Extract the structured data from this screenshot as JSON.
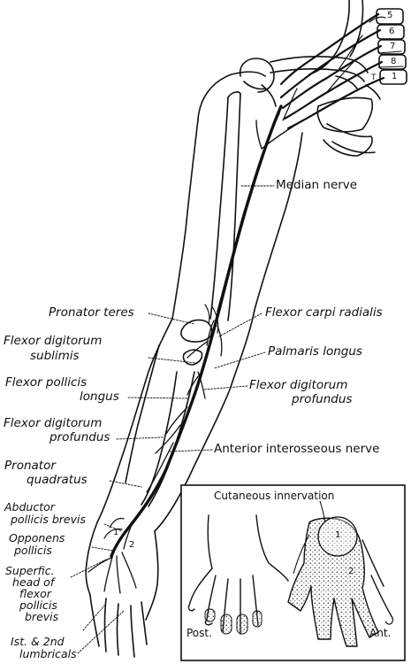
{
  "labels": {
    "median_nerve": "Median nerve",
    "pronator_teres": "Pronator teres",
    "flexor_carpi_radialis": "Flexor carpi radialis",
    "flexor_digitorum_sublimis_1": "Flexor digitorum",
    "flexor_digitorum_sublimis_2": "sublimis",
    "palmaris_longus": "Palmaris longus",
    "flexor_pollicis_longus_1": "Flexor pollicis",
    "flexor_pollicis_longus_2": "longus",
    "flexor_digitorum_profundus_r1": "Flexor digitorum",
    "flexor_digitorum_profundus_r2": "profundus",
    "flexor_digitorum_profundus_l1": "Flexor digitorum",
    "flexor_digitorum_profundus_l2": "profundus",
    "anterior_interosseous_nerve": "Anterior interosseous nerve",
    "pronator_quadratus_1": "Pronator",
    "pronator_quadratus_2": "quadratus",
    "abductor_pollicis_brevis_1": "Abductor",
    "abductor_pollicis_brevis_2": "pollicis brevis",
    "opponens_pollicis_1": "Opponens",
    "opponens_pollicis_2": "pollicis",
    "superfic_head_1": "Superfic.",
    "superfic_head_2": "head of",
    "superfic_head_3": "flexor",
    "superfic_head_4": "pollicis",
    "superfic_head_5": "brevis",
    "lumbricals_1": "Ist. & 2nd",
    "lumbricals_2": "lumbricals",
    "hand_marker_1": "1",
    "hand_marker_2": "2"
  },
  "spine": {
    "levels": [
      "5",
      "6",
      "7",
      "8",
      "1"
    ],
    "thoracic_letter": "T"
  },
  "inset": {
    "title": "Cutaneous innervation",
    "posterior": "Post.",
    "anterior": "Ant.",
    "zone_1": "1",
    "zone_2": "2"
  }
}
